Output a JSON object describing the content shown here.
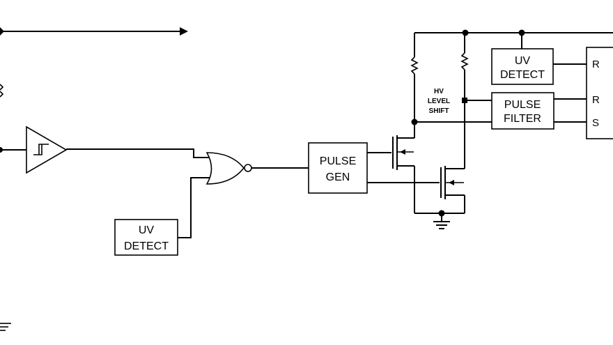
{
  "blocks": {
    "uv_detect_left": [
      "UV",
      "DETECT"
    ],
    "pulse_gen": [
      "PULSE",
      "GEN"
    ],
    "uv_detect_right": [
      "UV",
      "DETECT"
    ],
    "pulse_filter": [
      "PULSE",
      "FILTER"
    ],
    "hv_level_shift": [
      "HV",
      "LEVEL",
      "SHIFT"
    ]
  },
  "latch": {
    "pins": [
      "R",
      "R",
      "S"
    ]
  },
  "colors": {
    "line": "#000000",
    "background": "#ffffff"
  }
}
